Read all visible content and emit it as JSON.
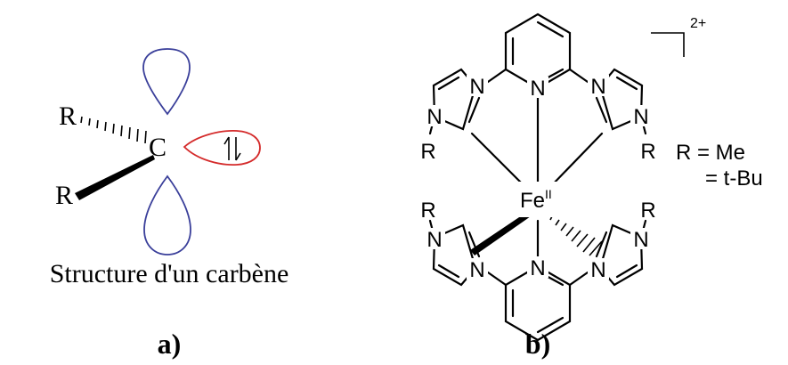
{
  "panel_a": {
    "atom_c": "C",
    "substituent_top": "R",
    "substituent_bottom": "R",
    "caption": "Structure d'un carbène",
    "panel_label": "a)"
  },
  "panel_b": {
    "nitrogen": "N",
    "substituent": "R",
    "metal": "Fe",
    "oxidation_state": "II",
    "charge": "2+",
    "legend_line_1": "R = Me",
    "legend_line_2": "= t-Bu",
    "panel_label": "b)"
  },
  "colors": {
    "p_orbital": "#3a3f9a",
    "lone_pair_orbital": "#d42a2a",
    "ink": "#000000"
  }
}
